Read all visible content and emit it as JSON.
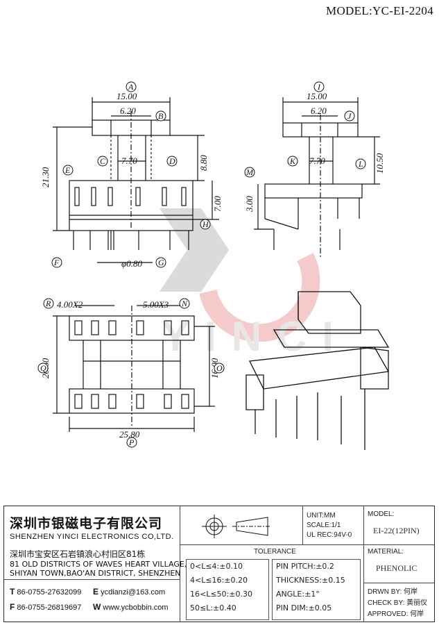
{
  "header": {
    "model_label": "MODEL:YC-EI-2204"
  },
  "drawing": {
    "front_view": {
      "dims": [
        "15.00",
        "6.20",
        "7.70",
        "21.30",
        "8.80",
        "7.00",
        "φ0.80"
      ],
      "callouts": [
        "A",
        "B",
        "C",
        "D",
        "E",
        "H",
        "F",
        "G"
      ]
    },
    "side_view": {
      "dims": [
        "15.00",
        "6.20",
        "7.70",
        "10.50",
        "3.00"
      ],
      "callouts": [
        "I",
        "J",
        "K",
        "L",
        "M"
      ]
    },
    "bottom_view": {
      "dims": [
        "4.00X2",
        "5.00X3",
        "20.60",
        "16.00",
        "25.80"
      ],
      "callouts": [
        "R",
        "N",
        "Q",
        "O",
        "P"
      ]
    },
    "watermark": "YINCI"
  },
  "title_block": {
    "company_cn": "深圳市银磁电子有限公司",
    "company_en": "SHENZHEN YINCI ELECTRONICS CO,LTD.",
    "address_cn": "深圳市宝安区石岩镇浪心村旧区81栋",
    "address_en1": "81 OLD DISTRICTS OF WAVES HEART VILLAGE,",
    "address_en2": "SHIYAN TOWN,BAO'AN DISTRICT, SHENZHEN",
    "tel_label": "T",
    "tel": "86-0755-27632099",
    "fax_label": "F",
    "fax": "86-0755-26819697",
    "email_label": "E",
    "email": "ycdianzi@163.com",
    "web_label": "W",
    "web": "www.ycbobbin.com",
    "unit": "UNIT:MM",
    "scale": "SCALE:1/1",
    "ul_rec": "UL REC:94V-0",
    "tolerance_title": "TOLERANCE",
    "tolerance_left": [
      "0<L≤4:±0.10",
      "4<L≤16:±0.20",
      "16<L≤50:±0.30",
      "50≤L:±0.40"
    ],
    "tolerance_right": [
      "PIN PITCH:±0.2",
      "THICKNESS:±0.15",
      "ANGLE:±1°",
      "PIN DIM:±0.05"
    ],
    "model_label": "MODEL:",
    "model_value": "EI-22(12PIN)",
    "material_label": "MATERIAL:",
    "material_value": "PHENOLIC",
    "drawn_by": "DRWN BY: 何岸",
    "check_by": "CHECK BY: 黄丽仪",
    "approved": "APPROVED: 何岸"
  }
}
